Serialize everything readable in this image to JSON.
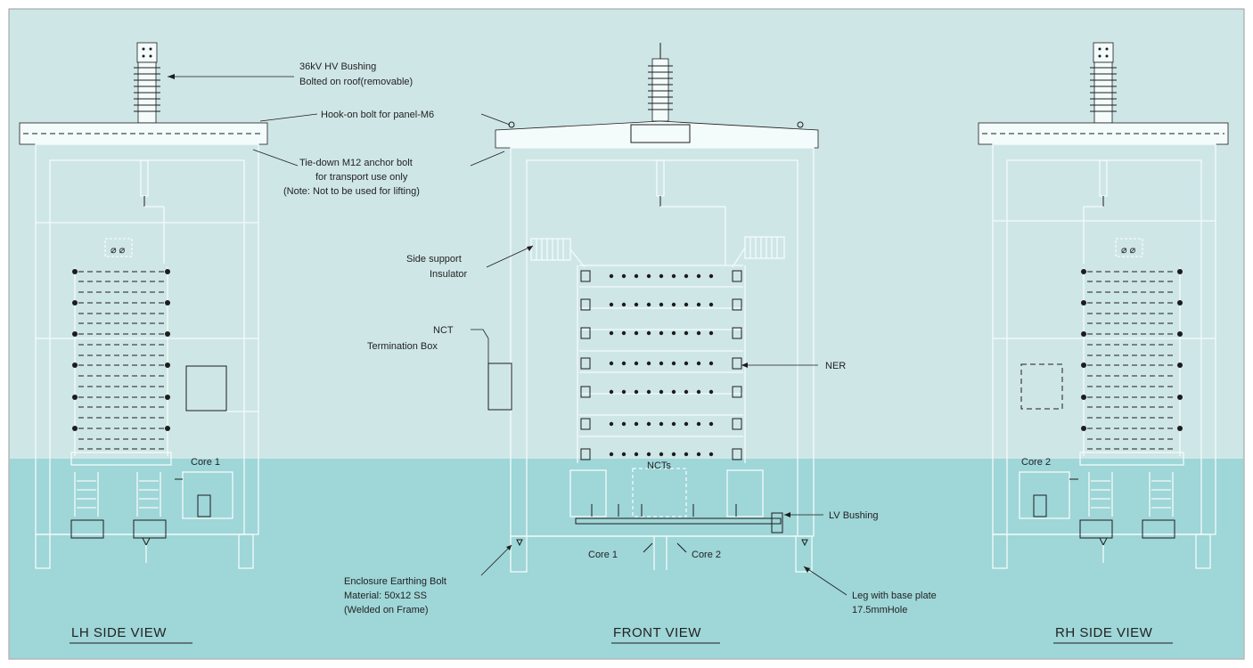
{
  "views": {
    "lh": {
      "title": "LH SIDE VIEW",
      "core_label": "Core 1"
    },
    "front": {
      "title": "FRONT VIEW",
      "core1_label": "Core 1",
      "core2_label": "Core 2",
      "ncts_label": "NCTs"
    },
    "rh": {
      "title": "RH SIDE VIEW",
      "core_label": "Core 2"
    }
  },
  "callouts": {
    "hv_bushing": {
      "line1": "36kV HV Bushing",
      "line2": "Bolted on roof(removable)"
    },
    "hook_bolt": {
      "line1": "Hook-on bolt for panel-M6"
    },
    "tie_down": {
      "line1": "Tie-down M12 anchor bolt",
      "line2": "for transport use only",
      "line3": "(Note: Not to be used for lifting)"
    },
    "side_insulator": {
      "line1": "Side support",
      "line2": "Insulator"
    },
    "nct_box": {
      "line1": "NCT",
      "line2": "Termination Box"
    },
    "ner": {
      "line1": "NER"
    },
    "lv_bushing": {
      "line1": "LV Bushing"
    },
    "earthing_bolt": {
      "line1": "Enclosure Earthing Bolt",
      "line2": "Material: 50x12 SS",
      "line3": "(Welded on Frame)"
    },
    "leg_plate": {
      "line1": "Leg with base plate",
      "line2": "17.5mmHole"
    }
  },
  "colors": {
    "upper_bg": "#cfe6e7",
    "lower_bg": "#9fd6d8",
    "border": "#9a9a9a",
    "line_light": "#f4fbfb",
    "line_dark": "#1c1c1c"
  }
}
